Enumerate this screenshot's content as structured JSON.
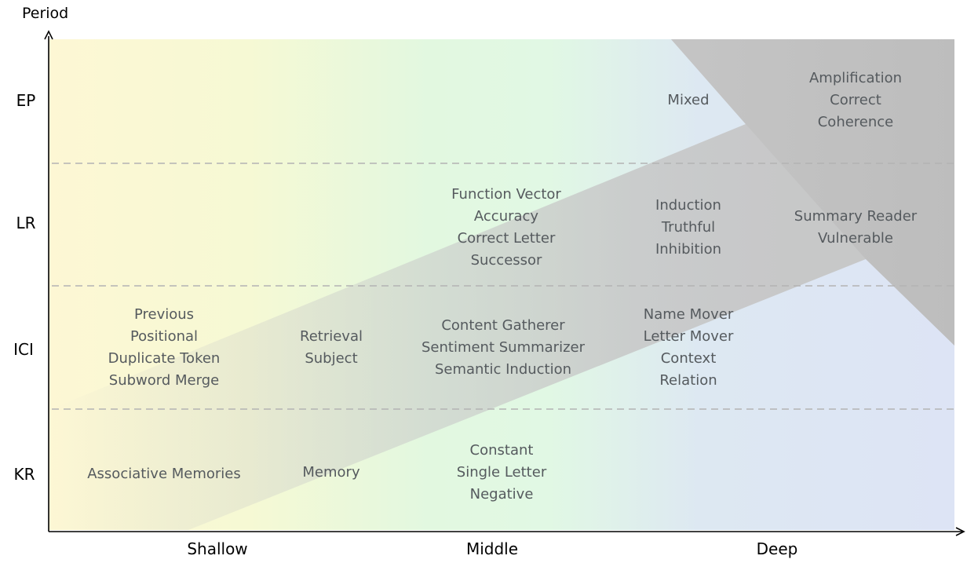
{
  "axes": {
    "y_title": "Period",
    "y_ticks": [
      "EP",
      "LR",
      "ICI",
      "KR"
    ],
    "x_ticks": [
      "Shallow",
      "Middle",
      "Deep"
    ]
  },
  "cells": {
    "ep_middle_deep": [
      "Mixed"
    ],
    "ep_deep": [
      "Amplification",
      "Correct",
      "Coherence"
    ],
    "lr_middle": [
      "Function Vector",
      "Accuracy",
      "Correct Letter",
      "Successor"
    ],
    "lr_middle_deep": [
      "Induction",
      "Truthful",
      "Inhibition"
    ],
    "lr_deep": [
      "Summary Reader",
      "Vulnerable"
    ],
    "ici_shallow": [
      "Previous",
      "Positional",
      "Duplicate Token",
      "Subword Merge"
    ],
    "ici_shallow_middle": [
      "Retrieval",
      "Subject"
    ],
    "ici_middle": [
      "Content Gatherer",
      "Sentiment Summarizer",
      "Semantic Induction"
    ],
    "ici_middle_deep": [
      "Name Mover",
      "Letter Mover",
      "Context",
      "Relation"
    ],
    "kr_shallow": [
      "Associative Memories"
    ],
    "kr_shallow_middle": [
      "Memory"
    ],
    "kr_middle": [
      "Constant",
      "Single Letter",
      "Negative"
    ]
  },
  "colors": {
    "shallow": "#fdf7d4",
    "middle": "#e1f8e1",
    "deep": "#dde5f5",
    "band": "#c6c6c6",
    "deep_region": "#bdbdbd",
    "text": "#555a5e",
    "divider": "#b3b3b3"
  }
}
